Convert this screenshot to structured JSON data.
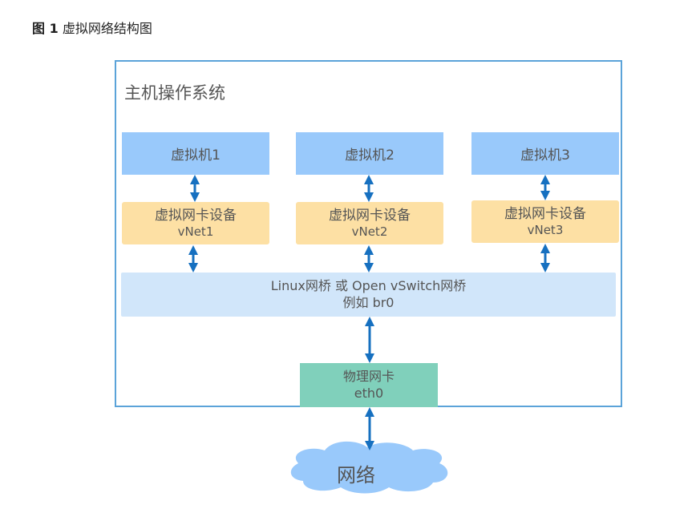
{
  "caption": {
    "figure_label": "图 1",
    "title": "虚拟网络结构图"
  },
  "host": {
    "title": "主机操作系统"
  },
  "vms": [
    {
      "label": "虚拟机1"
    },
    {
      "label": "虚拟机2"
    },
    {
      "label": "虚拟机3"
    }
  ],
  "nics": [
    {
      "label": "虚拟网卡设备",
      "name": "vNet1"
    },
    {
      "label": "虚拟网卡设备",
      "name": "vNet2"
    },
    {
      "label": "虚拟网卡设备",
      "name": "vNet3"
    }
  ],
  "bridge": {
    "line1": "Linux网桥 或 Open vSwitch网桥",
    "line2": "例如 br0"
  },
  "physical_nic": {
    "label": "物理网卡",
    "name": "eth0"
  },
  "network": {
    "label": "网络"
  },
  "colors": {
    "host_border": "#5ba3d9",
    "vm": "#99c9fb",
    "nic": "#fde0a4",
    "bridge": "#d1e6fa",
    "physical_nic": "#80d0bb",
    "cloud": "#99c9fb",
    "arrow": "#1670c0"
  }
}
